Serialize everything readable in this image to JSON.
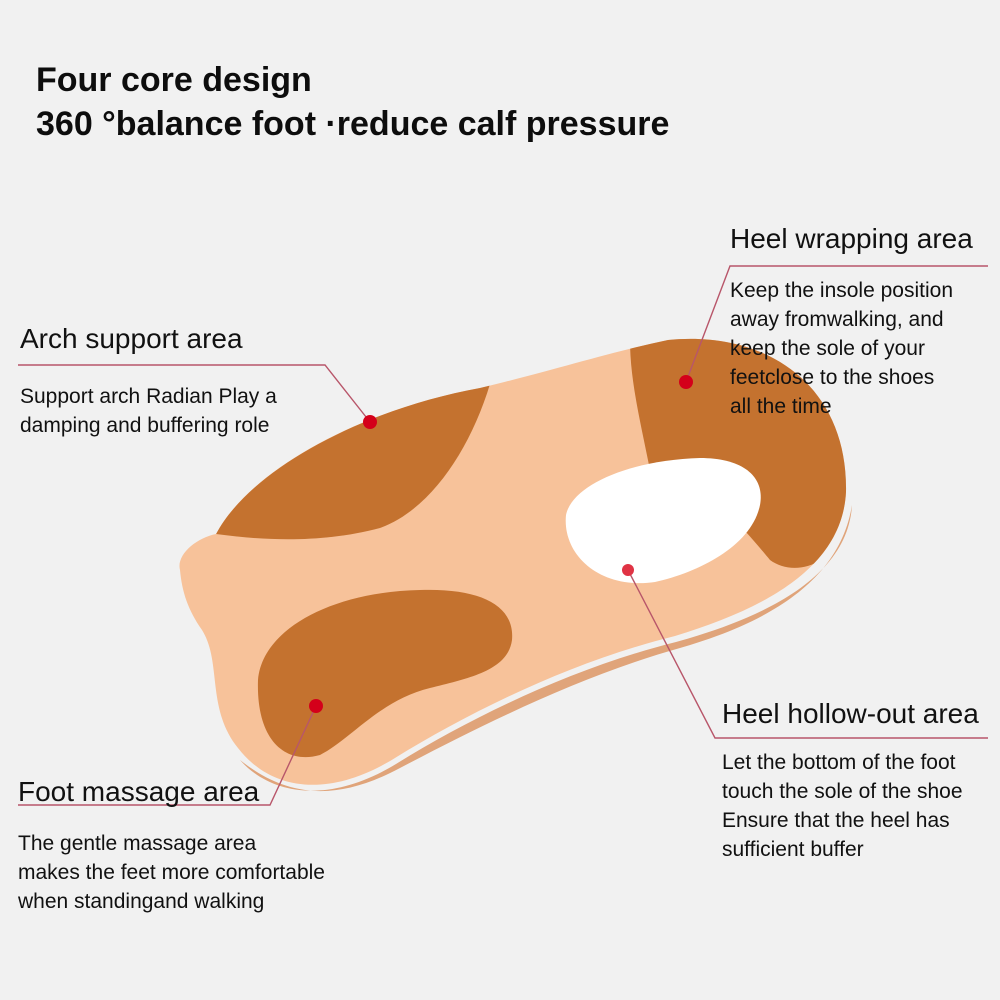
{
  "title": {
    "line1": "Four core design",
    "line2": "360 °balance foot ·reduce calf pressure"
  },
  "colors": {
    "background": "#f1f1f1",
    "insole": "#f7c29a",
    "pad": "#c4722f",
    "leader_line": "#b8566a",
    "dot": "#d4001a"
  },
  "callouts": {
    "arch": {
      "heading": "Arch support area",
      "lines": [
        "Support arch Radian Play a",
        "damping and buffering role"
      ]
    },
    "heel_wrapping": {
      "heading": "Heel wrapping area",
      "lines": [
        "Keep the insole position",
        "away fromwalking, and",
        "keep the sole of your",
        "feetclose to the shoes",
        "all the time"
      ]
    },
    "foot_massage": {
      "heading": "Foot massage area",
      "lines": [
        "The gentle massage area",
        "makes the feet more comfortable",
        "when standingand walking"
      ]
    },
    "heel_hollow": {
      "heading": "Heel hollow-out area",
      "lines": [
        "Let the bottom of the foot",
        "touch the sole of the shoe",
        "Ensure that the heel has",
        "sufficient buffer"
      ]
    }
  }
}
